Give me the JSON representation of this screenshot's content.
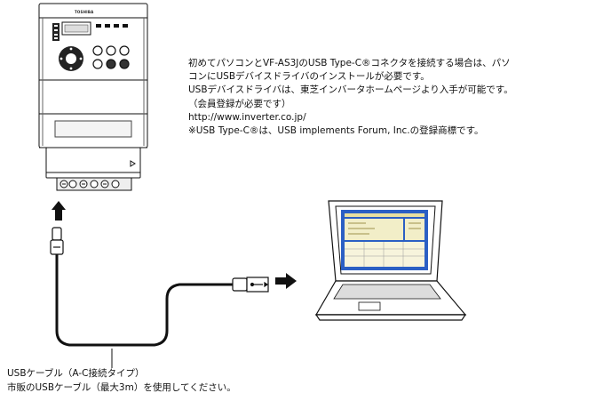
{
  "inverter": {
    "brand": "TOSHIBA"
  },
  "note": {
    "lines": [
      "初めてパソコンとVF-AS3JのUSB Type-C®コネクタを接続する場合は、パソ",
      "コンにUSBデバイスドライバのインストールが必要です。",
      "USBデバイスドライバは、東芝インバータホームページより入手が可能です。",
      "（会員登録が必要です）",
      "http://www.inverter.co.jp/",
      "※USB Type-C®は、USB implements Forum, Inc.の登録商標です。"
    ]
  },
  "cable_caption": {
    "lines": [
      "USBケーブル（A-C接続タイプ）",
      "市販のUSBケーブル（最大3m）を使用してください。"
    ]
  }
}
